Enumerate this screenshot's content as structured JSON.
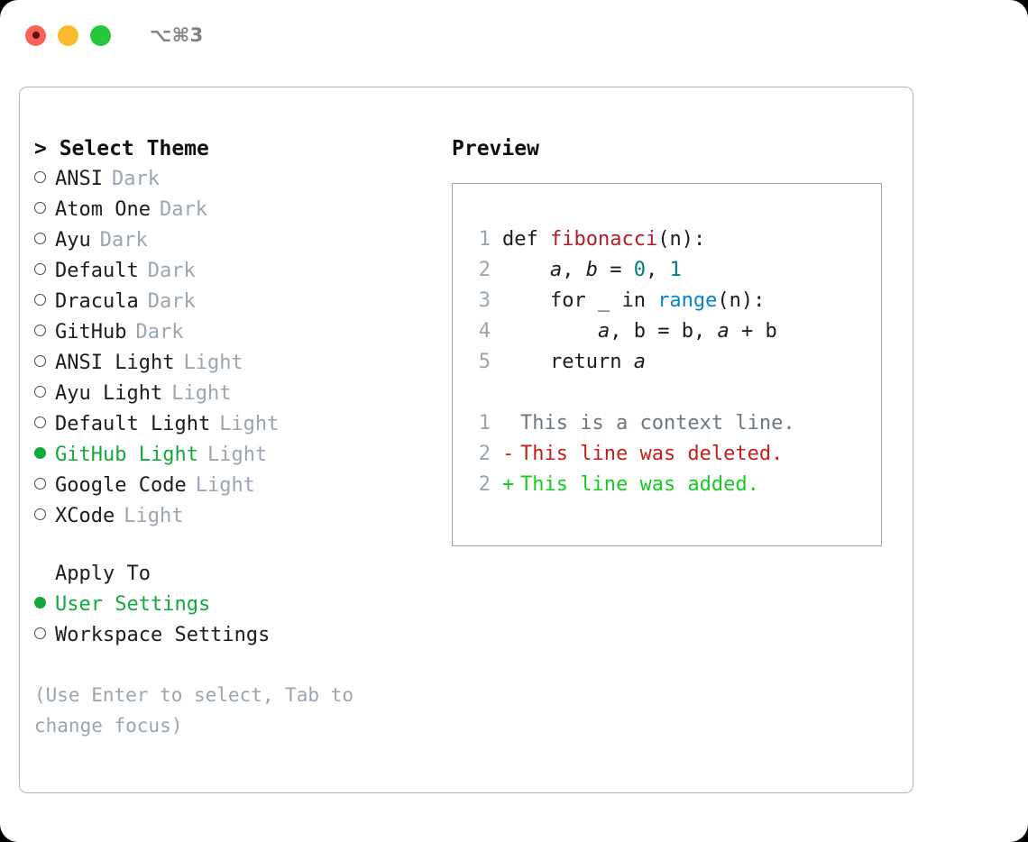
{
  "titlebar": {
    "shortcut": "⌥⌘3",
    "lights": [
      "close-red",
      "minimize-yellow",
      "zoom-green"
    ]
  },
  "theme_panel": {
    "heading": "> Select Theme",
    "options": [
      {
        "label": "ANSI",
        "tag": "Dark",
        "selected": false
      },
      {
        "label": "Atom One",
        "tag": "Dark",
        "selected": false
      },
      {
        "label": "Ayu",
        "tag": "Dark",
        "selected": false
      },
      {
        "label": "Default",
        "tag": "Dark",
        "selected": false
      },
      {
        "label": "Dracula",
        "tag": "Dark",
        "selected": false
      },
      {
        "label": "GitHub",
        "tag": "Dark",
        "selected": false
      },
      {
        "label": "ANSI Light",
        "tag": "Light",
        "selected": false
      },
      {
        "label": "Ayu Light",
        "tag": "Light",
        "selected": false
      },
      {
        "label": "Default Light",
        "tag": "Light",
        "selected": false
      },
      {
        "label": "GitHub Light",
        "tag": "Light",
        "selected": true
      },
      {
        "label": "Google Code",
        "tag": "Light",
        "selected": false
      },
      {
        "label": "XCode",
        "tag": "Light",
        "selected": false
      }
    ]
  },
  "apply_to": {
    "heading": "Apply To",
    "options": [
      {
        "label": "User Settings",
        "selected": true
      },
      {
        "label": "Workspace Settings",
        "selected": false
      }
    ]
  },
  "hint": "(Use Enter to select, Tab to change focus)",
  "preview": {
    "title": "Preview",
    "code_lines": [
      {
        "no": "1",
        "segments": [
          {
            "text": "def ",
            "kind": "plain"
          },
          {
            "text": "fibonacci",
            "kind": "fn"
          },
          {
            "text": "(n):",
            "kind": "plain"
          }
        ]
      },
      {
        "no": "2",
        "segments": [
          {
            "text": "    ",
            "kind": "plain"
          },
          {
            "text": "a",
            "kind": "var"
          },
          {
            "text": ", ",
            "kind": "plain"
          },
          {
            "text": "b",
            "kind": "var"
          },
          {
            "text": " = ",
            "kind": "plain"
          },
          {
            "text": "0",
            "kind": "num"
          },
          {
            "text": ", ",
            "kind": "plain"
          },
          {
            "text": "1",
            "kind": "num"
          }
        ]
      },
      {
        "no": "3",
        "segments": [
          {
            "text": "    for _ in ",
            "kind": "plain"
          },
          {
            "text": "range",
            "kind": "call"
          },
          {
            "text": "(n):",
            "kind": "plain"
          }
        ]
      },
      {
        "no": "4",
        "segments": [
          {
            "text": "        ",
            "kind": "plain"
          },
          {
            "text": "a",
            "kind": "var"
          },
          {
            "text": ", ",
            "kind": "plain"
          },
          {
            "text": "b",
            "kind": "plain"
          },
          {
            "text": " = ",
            "kind": "plain"
          },
          {
            "text": "b",
            "kind": "plain"
          },
          {
            "text": ", ",
            "kind": "plain"
          },
          {
            "text": "a",
            "kind": "var"
          },
          {
            "text": " + ",
            "kind": "plain"
          },
          {
            "text": "b",
            "kind": "plain"
          }
        ]
      },
      {
        "no": "5",
        "segments": [
          {
            "text": "    return ",
            "kind": "plain"
          },
          {
            "text": "a",
            "kind": "var"
          }
        ]
      }
    ],
    "diff_lines": [
      {
        "no": "1",
        "marker": " ",
        "text": "This is a context line.",
        "kind": "context"
      },
      {
        "no": "2",
        "marker": "-",
        "text": "This line was deleted.",
        "kind": "deleted"
      },
      {
        "no": "2",
        "marker": "+",
        "text": "This line was added.",
        "kind": "added"
      }
    ]
  },
  "colors": {
    "accent_green": "#12aa3d",
    "muted": "#9aa5b1",
    "fn_red": "#b31d28",
    "num_teal": "#007d7d",
    "call_blue": "#0b81c6",
    "diff_context": "#6e7781",
    "diff_deleted": "#c4201a",
    "diff_added": "#18ca22",
    "border": "#aab4c0"
  }
}
